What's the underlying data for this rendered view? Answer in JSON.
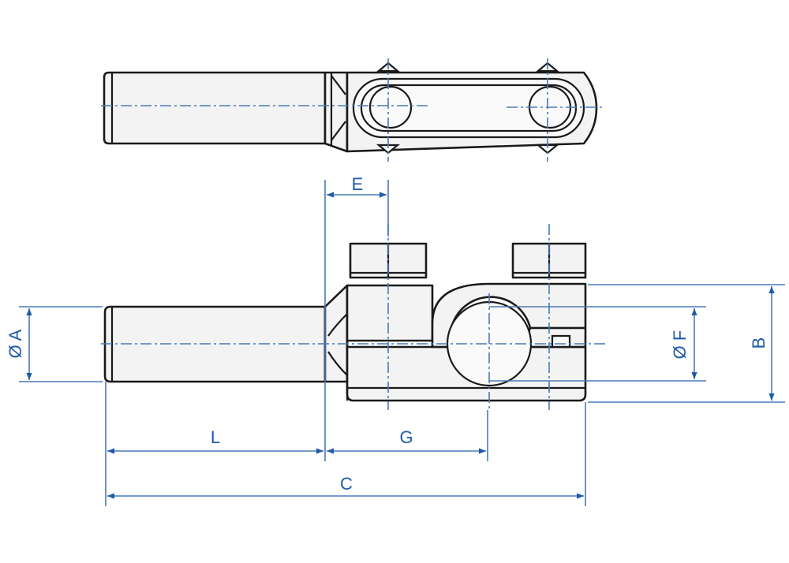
{
  "colors": {
    "outline": "#1a1a1a",
    "dimension": "#1e5aa8",
    "centerline": "#4a7ab8",
    "fill": "#f3f3f3"
  },
  "dimensions": {
    "A": "Ø A",
    "B": "B",
    "C": "C",
    "E": "E",
    "F": "Ø F",
    "G": "G",
    "L": "L"
  }
}
